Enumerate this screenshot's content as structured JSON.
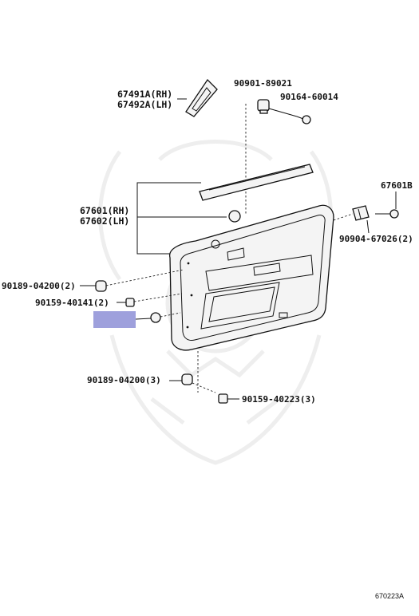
{
  "labels": {
    "window_trim_rh": "67491A(RH)",
    "window_trim_lh": "67492A(LH)",
    "clip_top": "90901-89021",
    "screw_top": "90164-60014",
    "panel_rh": "67601(RH)",
    "panel_lh": "67602(LH)",
    "part_67601b": "67601B",
    "screw_right": "90904-67026(2)",
    "clip_left": "90189-04200(2)",
    "screw_left": "90159-40141(2)",
    "clip_bottom": "90189-04200(3)",
    "screw_bottom": "90159-40223(3)"
  },
  "illustration_code": "670223A",
  "highlight_color": "#8d8fd6"
}
